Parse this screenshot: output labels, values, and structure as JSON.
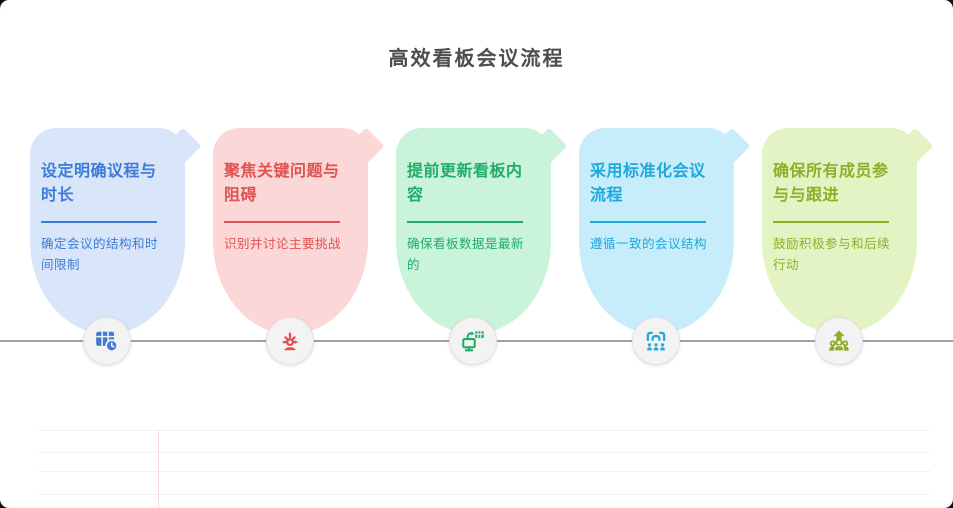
{
  "page": {
    "title": "高效看板会议流程"
  },
  "timeline": {
    "line_color": "#a0a0a0",
    "node_fill": "#f3f3f3"
  },
  "steps": [
    {
      "title": "设定明确议程与时长",
      "description": "确定会议的结构和时间限制",
      "icon": "schedule-table-clock-icon",
      "colors": {
        "bg": "#d9e6fa",
        "accent": "#3d7bd7"
      }
    },
    {
      "title": "聚焦关键问题与阻碍",
      "description": "识别并讨论主要挑战",
      "icon": "focus-person-icon",
      "colors": {
        "bg": "#fcd7d7",
        "accent": "#e05252"
      }
    },
    {
      "title": "提前更新看板内容",
      "description": "确保看板数据是最新的",
      "icon": "board-sync-icon",
      "colors": {
        "bg": "#c9f3da",
        "accent": "#21ad68"
      }
    },
    {
      "title": "采用标准化会议流程",
      "description": "遵循一致的会议结构",
      "icon": "meeting-structure-icon",
      "colors": {
        "bg": "#c7ecfa",
        "accent": "#1ea8dd"
      }
    },
    {
      "title": "确保所有成员参与与跟进",
      "description": "鼓励积极参与和后续行动",
      "icon": "team-follow-up-icon",
      "colors": {
        "bg": "#e4f3c3",
        "accent": "#8fae28"
      }
    }
  ]
}
